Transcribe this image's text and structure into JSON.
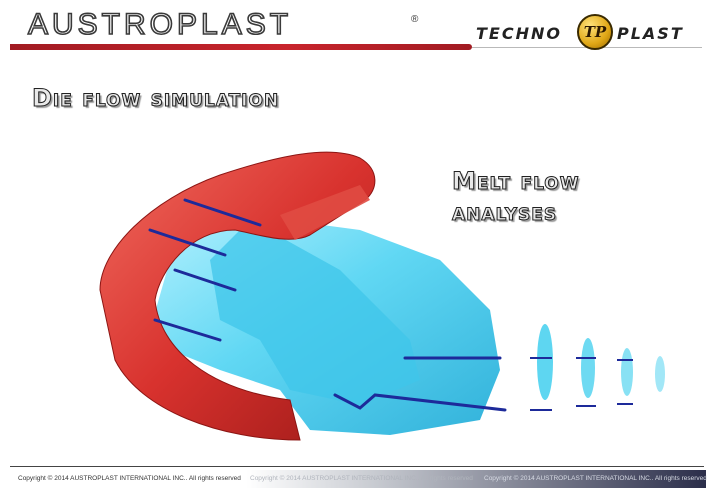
{
  "header": {
    "brand_left": "AUSTROPLAST",
    "registered_mark": "®",
    "brand_right_prefix": "TECHNO",
    "brand_right_badge": "TP",
    "brand_right_suffix": "PLAST",
    "colors": {
      "brand_red": "#c8242c",
      "badge_gold": "#e0a716"
    }
  },
  "slide": {
    "title": "Die flow simulation",
    "subtitle_line1": "Melt flow",
    "subtitle_line2": "analyses"
  },
  "visual": {
    "icon": "die-flow-3d-illustration",
    "colors": {
      "die_red": "#d8322e",
      "melt_cyan": "#55d4f0",
      "flow_lines": "#1d2a9a"
    }
  },
  "footer": {
    "copyright": [
      "Copyright © 2014 AUSTROPLAST INTERNATIONAL INC.. All rights reserved",
      "Copyright © 2014 AUSTROPLAST INTERNATIONAL INC.. All rights reserved",
      "Copyright © 2014 AUSTROPLAST INTERNATIONAL INC.. All rights reserved"
    ]
  }
}
